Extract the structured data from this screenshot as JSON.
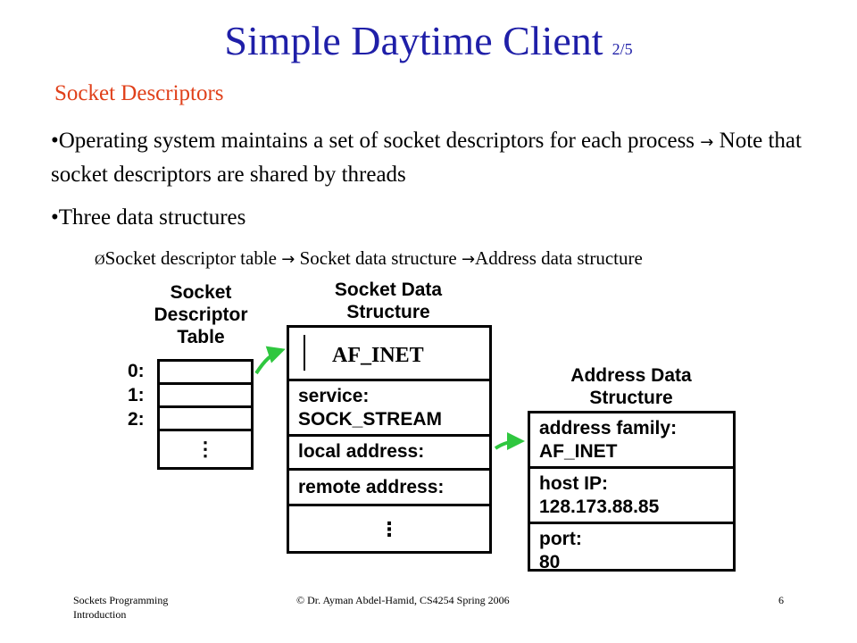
{
  "slide": {
    "title": "Simple Daytime Client",
    "page_indicator": "2/5",
    "subheading": "Socket Descriptors",
    "bullets": [
      "•Operating system maintains a set of socket descriptors for each process",
      "Note that socket descriptors are shared by threads",
      "•Three data structures"
    ],
    "sub_bullet": {
      "marker": "Ø",
      "part1": "Socket descriptor table",
      "part2": "Socket data structure",
      "part3": "Address data structure"
    },
    "arrow_glyph": "→"
  },
  "diagram": {
    "descriptor_table": {
      "title": [
        "Socket",
        "Descriptor",
        "Table"
      ],
      "indices": [
        "0:",
        "1:",
        "2:"
      ],
      "ellipsis": "⋮"
    },
    "socket_data_structure": {
      "title": [
        "Socket Data",
        "Structure"
      ],
      "family_overlay": "AF_INET",
      "service_label": "service:",
      "service_value": "SOCK_STREAM",
      "local_address": "local address:",
      "remote_address": "remote address:",
      "ellipsis": "⋮"
    },
    "address_data_structure": {
      "title": [
        "Address Data",
        "Structure"
      ],
      "family_label": "address family:",
      "family_value": "AF_INET",
      "host_label": "host IP:",
      "host_value": "128.173.88.85",
      "port_label": "port:",
      "port_value": "80"
    },
    "arrow_color": "#2fc73f"
  },
  "footer": {
    "left_line1": "Sockets Programming",
    "left_line2": "Introduction",
    "center": "© Dr. Ayman Abdel-Hamid, CS4254 Spring 2006",
    "page_number": "6"
  },
  "colors": {
    "title": "#1f1fa8",
    "subheading": "#e0401a"
  }
}
